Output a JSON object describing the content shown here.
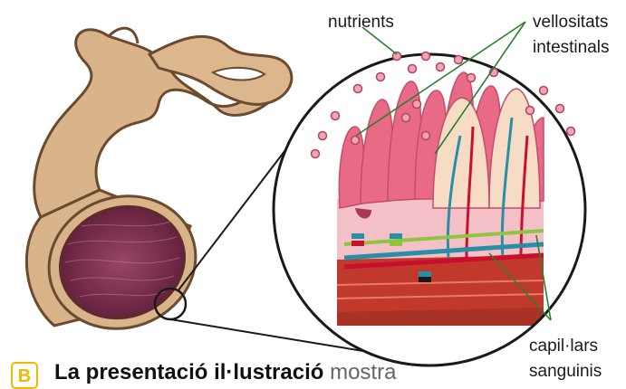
{
  "labels": {
    "nutrients": "nutrients",
    "villi_line1": "vellositats",
    "villi_line2": "intestinals",
    "capillaries_line1": "capil·lars",
    "capillaries_line2": "sanguinis"
  },
  "caption": {
    "badge": "B",
    "bold_text": "La presentació il·lustració ",
    "rest_text": "mostra"
  },
  "colors": {
    "intestine_outer": "#d9b48a",
    "intestine_outline": "#6b4a2e",
    "lumen": "#7a2f4e",
    "villi": "#e96a86",
    "villi_light": "#f2a3b4",
    "nutrient": "#d9808f",
    "capillary_red": "#c8102e",
    "capillary_blue": "#2a8fa6",
    "capillary_green": "#8cc63f",
    "muscle": "#c0392b",
    "leader_line": "#2e7d32"
  }
}
